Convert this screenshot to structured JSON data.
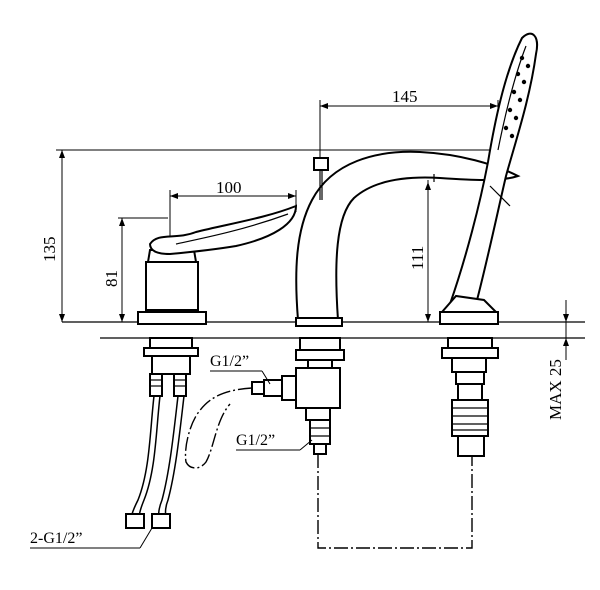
{
  "dimensions": {
    "overall_height": "135",
    "handle_height": "81",
    "lever_length": "100",
    "spout_reach": "145",
    "spout_height": "111",
    "max_deck_thickness": "MAX 25"
  },
  "connection_labels": {
    "diverter_inlet": "G1/2”",
    "diverter_outlet": "G1/2”",
    "supply_hoses": "2-G1/2”"
  }
}
